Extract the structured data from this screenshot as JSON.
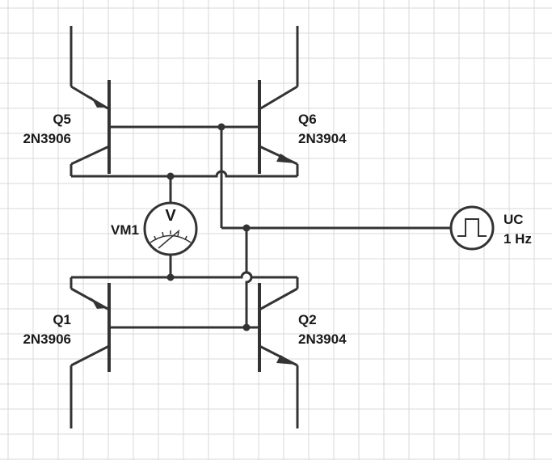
{
  "components": {
    "q5": {
      "name": "Q5",
      "part": "2N3906"
    },
    "q6": {
      "name": "Q6",
      "part": "2N3904"
    },
    "q1": {
      "name": "Q1",
      "part": "2N3906"
    },
    "q2": {
      "name": "Q2",
      "part": "2N3904"
    },
    "vm1": {
      "name": "VM1",
      "symbol": "V"
    },
    "uc": {
      "name": "UC",
      "frequency": "1 Hz"
    }
  },
  "colors": {
    "background": "#ffffff",
    "grid": "#d9d9d9",
    "wire": "#333333",
    "text": "#1a1a1a"
  },
  "icons": {
    "meter": "voltmeter-icon",
    "source": "square-wave-source-icon"
  }
}
